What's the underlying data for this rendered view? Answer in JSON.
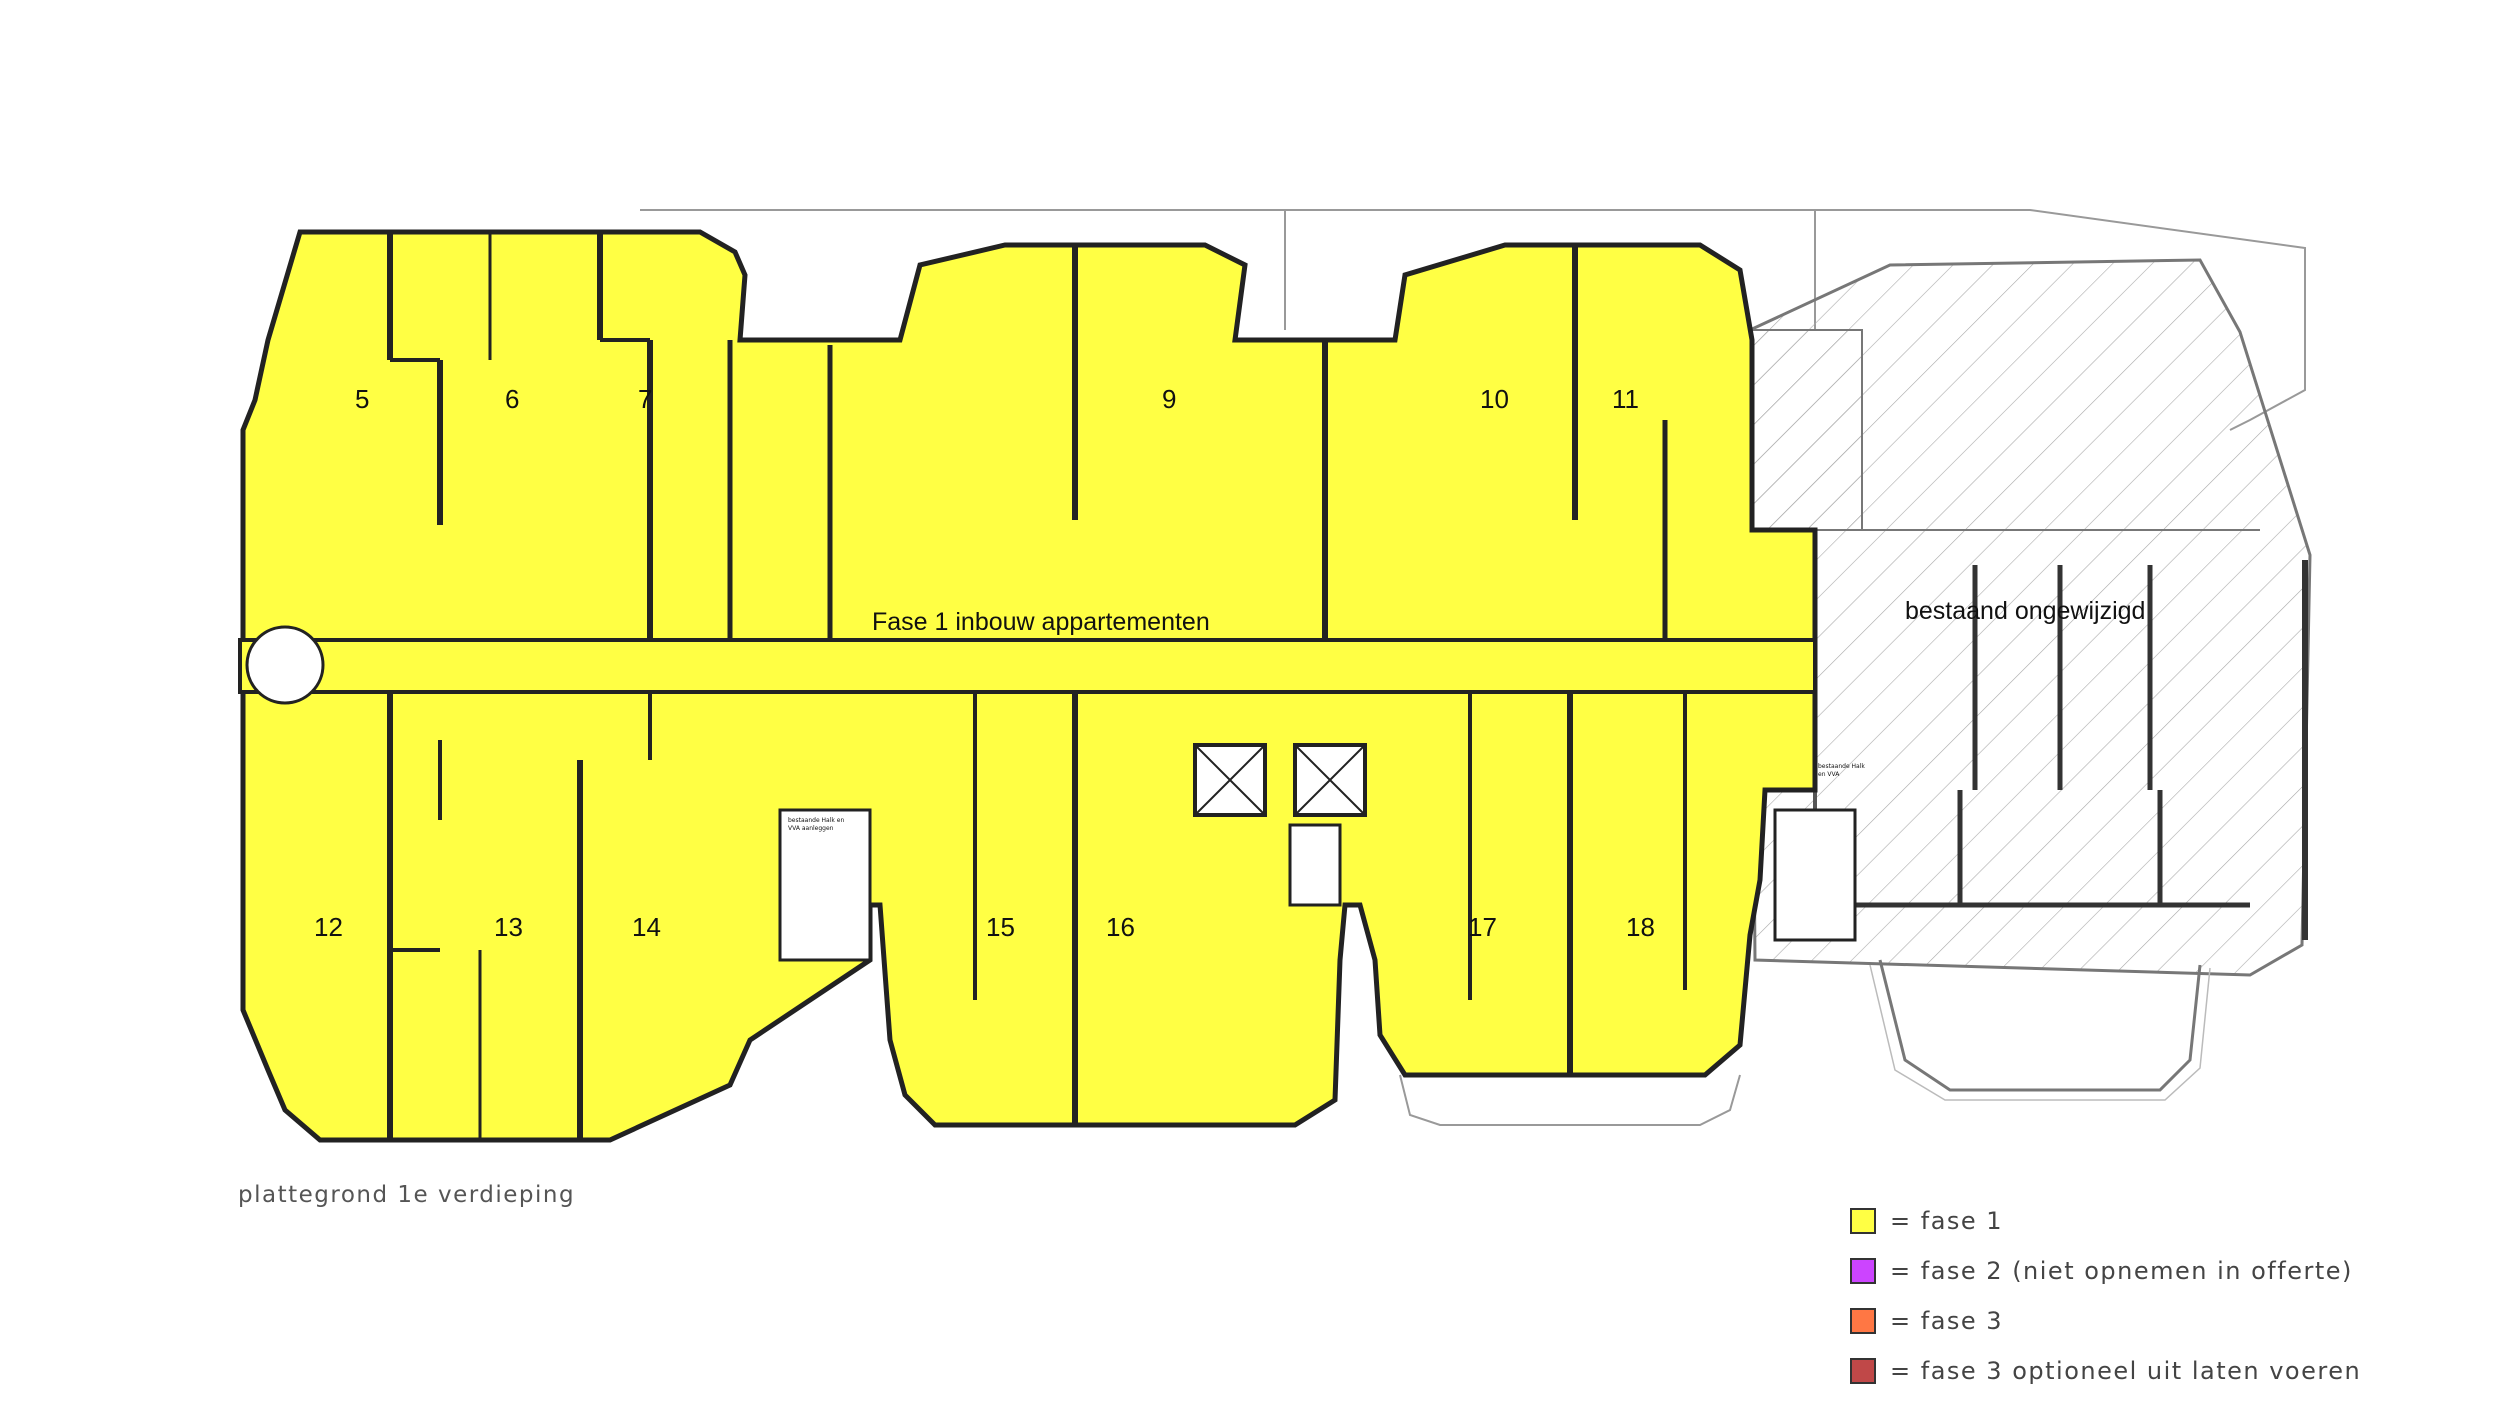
{
  "plan": {
    "corridor_label": "Fase 1 inbouw appartementen",
    "existing_label": "bestaand ongewijzigd",
    "note_left_1": "bestaande Halk en",
    "note_left_2": "VVA aanleggen",
    "note_right_1": "bestaande Halk",
    "note_right_2": "en VVA",
    "units": [
      {
        "number": "5"
      },
      {
        "number": "6"
      },
      {
        "number": "7"
      },
      {
        "number": "9"
      },
      {
        "number": "10"
      },
      {
        "number": "11"
      },
      {
        "number": "12"
      },
      {
        "number": "13"
      },
      {
        "number": "14"
      },
      {
        "number": "15"
      },
      {
        "number": "16"
      },
      {
        "number": "17"
      },
      {
        "number": "18"
      }
    ]
  },
  "caption": "plattegrond 1e verdieping",
  "legend": [
    {
      "label": "= fase 1",
      "color": "#ffff44"
    },
    {
      "label": "= fase 2 (niet opnemen in offerte)",
      "color": "#cc44ff"
    },
    {
      "label": "= fase 3",
      "color": "#ff7744"
    },
    {
      "label": "= fase 3 optioneel uit laten voeren",
      "color": "#c04848"
    }
  ],
  "colors": {
    "fase1_fill": "#ffff44",
    "wall": "#222222",
    "existing_outline": "#777777"
  }
}
